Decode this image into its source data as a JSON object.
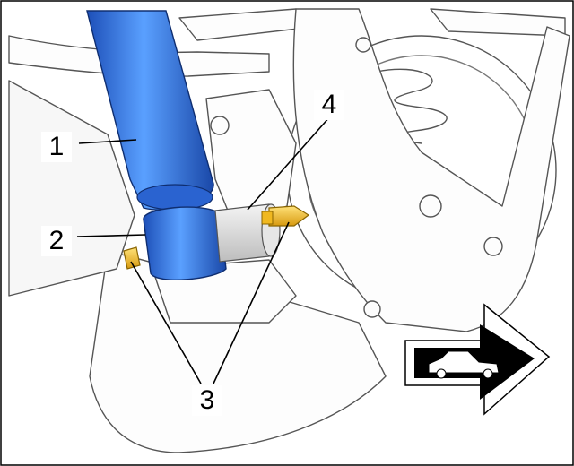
{
  "callouts": [
    {
      "id": "1",
      "label": "1"
    },
    {
      "id": "2",
      "label": "2"
    },
    {
      "id": "3",
      "label": "3"
    },
    {
      "id": "4",
      "label": "4"
    }
  ],
  "colors": {
    "shock_absorber": "#2f6fe0",
    "fastener": "#f2c12e",
    "line_art": "#4a4a4a",
    "background": "#ffffff"
  },
  "icons": {
    "direction_sign": "car-forward-arrow-icon"
  }
}
